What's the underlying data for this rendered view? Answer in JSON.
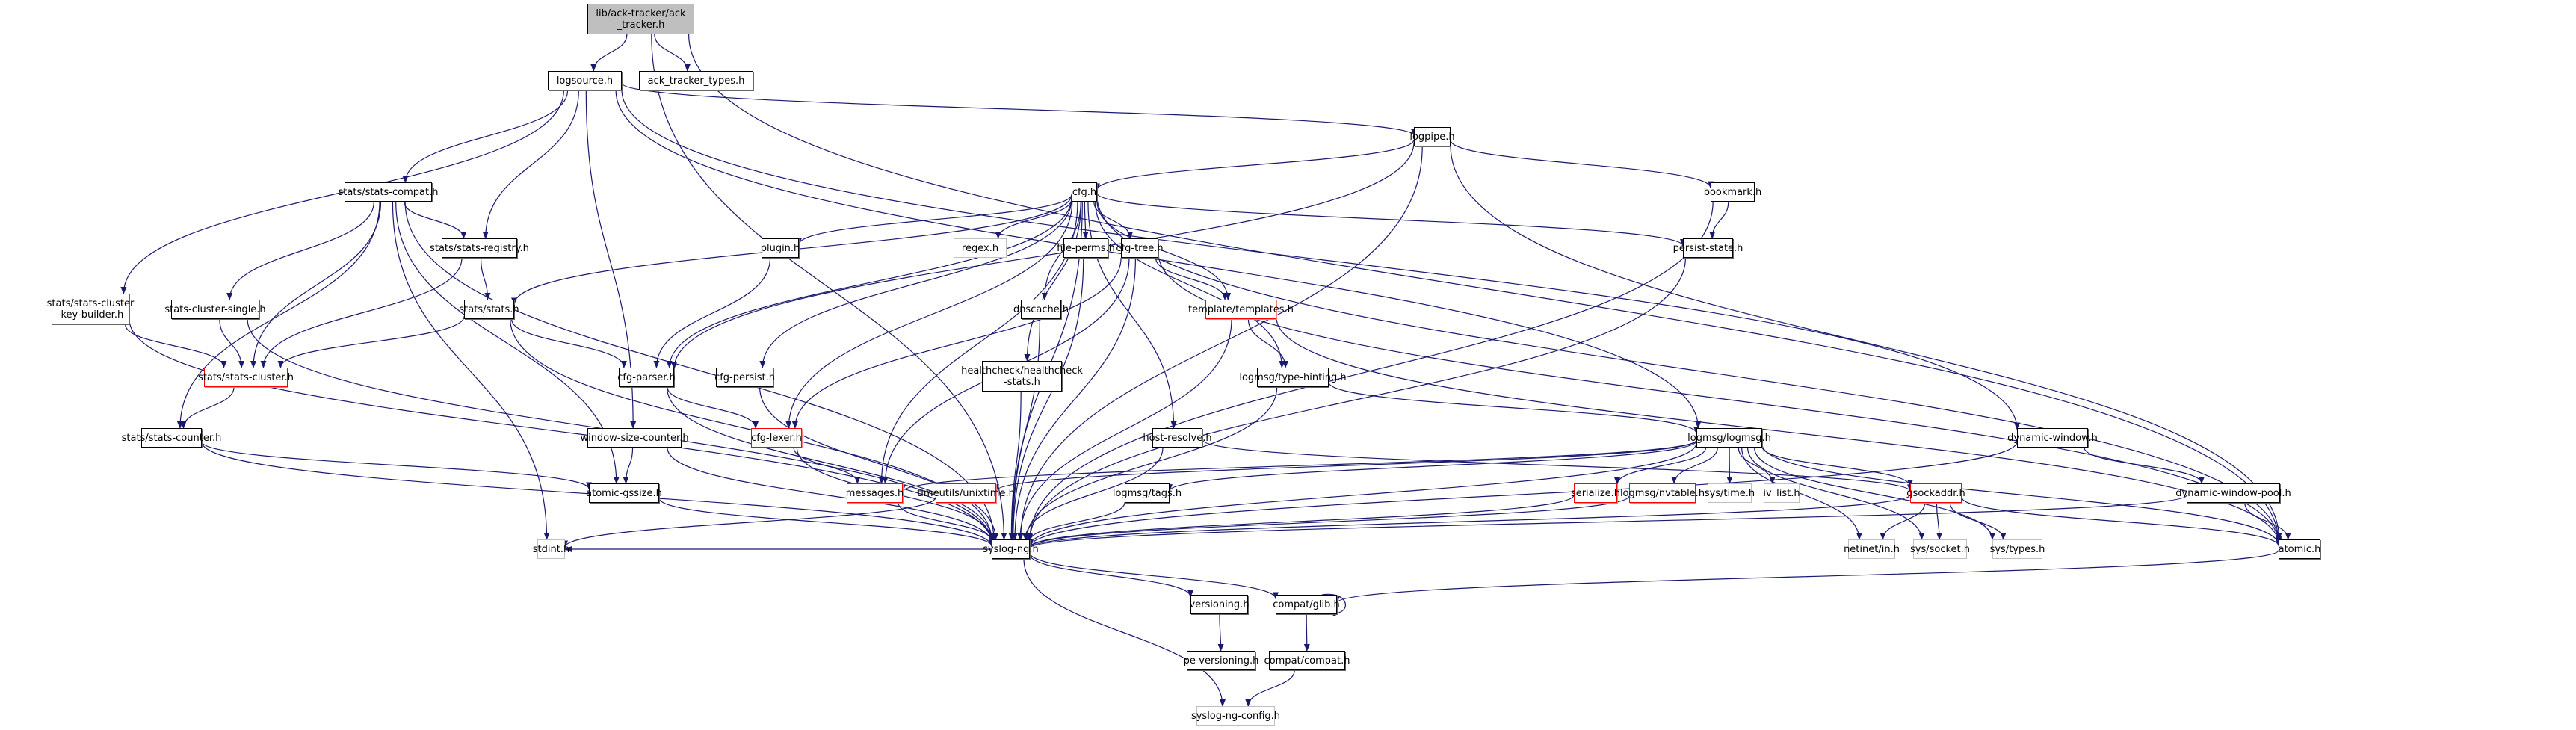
{
  "diagram": {
    "title": "lib/ack-tracker/ack_tracker.h include dependency graph",
    "colors": {
      "edge": "#191970",
      "root_fill": "#bfbfbf",
      "normal_border": "#000000",
      "truncated_border": "#ff0000",
      "external_border": "#bfbfbf"
    },
    "nodes": [
      {
        "id": "ack_tracker",
        "label": "lib/ack-tracker/ack\n_tracker.h",
        "kind": "root"
      },
      {
        "id": "logsource",
        "label": "logsource.h",
        "kind": "normal"
      },
      {
        "id": "ack_tracker_types",
        "label": "ack_tracker_types.h",
        "kind": "normal"
      },
      {
        "id": "logpipe",
        "label": "logpipe.h",
        "kind": "normal"
      },
      {
        "id": "stats_compat",
        "label": "stats/stats-compat.h",
        "kind": "normal"
      },
      {
        "id": "cfg",
        "label": "cfg.h",
        "kind": "normal"
      },
      {
        "id": "bookmark",
        "label": "bookmark.h",
        "kind": "normal"
      },
      {
        "id": "stats_registry",
        "label": "stats/stats-registry.h",
        "kind": "normal"
      },
      {
        "id": "plugin",
        "label": "plugin.h",
        "kind": "normal"
      },
      {
        "id": "regex",
        "label": "regex.h",
        "kind": "external"
      },
      {
        "id": "file_perms",
        "label": "file-perms.h",
        "kind": "normal"
      },
      {
        "id": "cfg_tree",
        "label": "cfg-tree.h",
        "kind": "normal"
      },
      {
        "id": "persist_state",
        "label": "persist-state.h",
        "kind": "normal"
      },
      {
        "id": "key_builder",
        "label": "stats/stats-cluster\n-key-builder.h",
        "kind": "normal"
      },
      {
        "id": "cluster_single",
        "label": "stats-cluster-single.h",
        "kind": "normal"
      },
      {
        "id": "stats_stats",
        "label": "stats/stats.h",
        "kind": "normal"
      },
      {
        "id": "dnscache",
        "label": "dnscache.h",
        "kind": "normal"
      },
      {
        "id": "templates",
        "label": "template/templates.h",
        "kind": "truncated"
      },
      {
        "id": "stats_cluster",
        "label": "stats/stats-cluster.h",
        "kind": "truncated"
      },
      {
        "id": "cfg_parser",
        "label": "cfg-parser.h",
        "kind": "normal"
      },
      {
        "id": "cfg_persist",
        "label": "cfg-persist.h",
        "kind": "normal"
      },
      {
        "id": "healthcheck",
        "label": "healthcheck/healthcheck\n-stats.h",
        "kind": "normal"
      },
      {
        "id": "type_hinting",
        "label": "logmsg/type-hinting.h",
        "kind": "normal"
      },
      {
        "id": "stats_counter",
        "label": "stats/stats-counter.h",
        "kind": "normal"
      },
      {
        "id": "window_size",
        "label": "window-size-counter.h",
        "kind": "normal"
      },
      {
        "id": "cfg_lexer",
        "label": "cfg-lexer.h",
        "kind": "truncated"
      },
      {
        "id": "host_resolve",
        "label": "host-resolve.h",
        "kind": "normal"
      },
      {
        "id": "logmsg",
        "label": "logmsg/logmsg.h",
        "kind": "normal"
      },
      {
        "id": "dynamic_window",
        "label": "dynamic-window.h",
        "kind": "normal"
      },
      {
        "id": "atomic_gssize",
        "label": "atomic-gssize.h",
        "kind": "normal"
      },
      {
        "id": "messages",
        "label": "messages.h",
        "kind": "truncated"
      },
      {
        "id": "unixtime",
        "label": "timeutils/unixtime.h",
        "kind": "truncated"
      },
      {
        "id": "tags",
        "label": "logmsg/tags.h",
        "kind": "normal"
      },
      {
        "id": "serialize",
        "label": "serialize.h",
        "kind": "truncated"
      },
      {
        "id": "nvtable",
        "label": "logmsg/nvtable.h",
        "kind": "truncated"
      },
      {
        "id": "sys_time",
        "label": "sys/time.h",
        "kind": "external"
      },
      {
        "id": "iv_list",
        "label": "iv_list.h",
        "kind": "external"
      },
      {
        "id": "gsockaddr",
        "label": "gsockaddr.h",
        "kind": "truncated"
      },
      {
        "id": "dw_pool",
        "label": "dynamic-window-pool.h",
        "kind": "normal"
      },
      {
        "id": "stdint",
        "label": "stdint.h",
        "kind": "external"
      },
      {
        "id": "syslog_ng",
        "label": "syslog-ng.h",
        "kind": "normal"
      },
      {
        "id": "netinet",
        "label": "netinet/in.h",
        "kind": "external"
      },
      {
        "id": "sys_socket",
        "label": "sys/socket.h",
        "kind": "external"
      },
      {
        "id": "sys_types",
        "label": "sys/types.h",
        "kind": "external"
      },
      {
        "id": "atomic",
        "label": "atomic.h",
        "kind": "normal"
      },
      {
        "id": "versioning",
        "label": "versioning.h",
        "kind": "normal"
      },
      {
        "id": "compat_glib",
        "label": "compat/glib.h",
        "kind": "normal"
      },
      {
        "id": "pe_versioning",
        "label": "pe-versioning.h",
        "kind": "normal"
      },
      {
        "id": "compat_compat",
        "label": "compat/compat.h",
        "kind": "normal"
      },
      {
        "id": "config",
        "label": "syslog-ng-config.h",
        "kind": "external"
      }
    ],
    "edges": [
      [
        "ack_tracker",
        "logsource"
      ],
      [
        "ack_tracker",
        "ack_tracker_types"
      ],
      [
        "ack_tracker",
        "syslog_ng"
      ],
      [
        "ack_tracker",
        "atomic"
      ],
      [
        "logsource",
        "logpipe"
      ],
      [
        "logsource",
        "stats_compat"
      ],
      [
        "logsource",
        "stats_registry"
      ],
      [
        "logsource",
        "key_builder"
      ],
      [
        "logsource",
        "window_size"
      ],
      [
        "logsource",
        "logmsg"
      ],
      [
        "logsource",
        "dynamic_window"
      ],
      [
        "logpipe",
        "cfg"
      ],
      [
        "logpipe",
        "bookmark"
      ],
      [
        "logpipe",
        "syslog_ng"
      ],
      [
        "logpipe",
        "atomic"
      ],
      [
        "logpipe",
        "cfg_parser"
      ],
      [
        "stats_compat",
        "stats_registry"
      ],
      [
        "stats_compat",
        "cluster_single"
      ],
      [
        "stats_compat",
        "stats_cluster"
      ],
      [
        "stats_compat",
        "stats_counter"
      ],
      [
        "stats_compat",
        "syslog_ng"
      ],
      [
        "stats_compat",
        "stdint"
      ],
      [
        "stats_compat",
        "atomic_gssize"
      ],
      [
        "cfg",
        "plugin"
      ],
      [
        "cfg",
        "regex"
      ],
      [
        "cfg",
        "file_perms"
      ],
      [
        "cfg",
        "cfg_tree"
      ],
      [
        "cfg",
        "persist_state"
      ],
      [
        "cfg",
        "stats_stats"
      ],
      [
        "cfg",
        "dnscache"
      ],
      [
        "cfg",
        "templates"
      ],
      [
        "cfg",
        "cfg_persist"
      ],
      [
        "cfg",
        "healthcheck"
      ],
      [
        "cfg",
        "type_hinting"
      ],
      [
        "cfg",
        "cfg_lexer"
      ],
      [
        "cfg",
        "host_resolve"
      ],
      [
        "cfg",
        "syslog_ng"
      ],
      [
        "cfg",
        "messages"
      ],
      [
        "cfg",
        "atomic"
      ],
      [
        "cfg",
        "cfg_parser"
      ],
      [
        "bookmark",
        "persist_state"
      ],
      [
        "bookmark",
        "syslog_ng"
      ],
      [
        "stats_registry",
        "stats_stats"
      ],
      [
        "stats_registry",
        "stats_cluster"
      ],
      [
        "plugin",
        "cfg_parser"
      ],
      [
        "file_perms",
        "syslog_ng"
      ],
      [
        "cfg_tree",
        "templates"
      ],
      [
        "cfg_tree",
        "cfg_lexer"
      ],
      [
        "cfg_tree",
        "messages"
      ],
      [
        "cfg_tree",
        "syslog_ng"
      ],
      [
        "cfg_tree",
        "atomic"
      ],
      [
        "persist_state",
        "syslog_ng"
      ],
      [
        "key_builder",
        "stats_cluster"
      ],
      [
        "key_builder",
        "syslog_ng"
      ],
      [
        "cluster_single",
        "stats_cluster"
      ],
      [
        "cluster_single",
        "syslog_ng"
      ],
      [
        "stats_stats",
        "stats_cluster"
      ],
      [
        "stats_stats",
        "cfg_parser"
      ],
      [
        "stats_stats",
        "syslog_ng"
      ],
      [
        "dnscache",
        "syslog_ng"
      ],
      [
        "templates",
        "type_hinting"
      ],
      [
        "templates",
        "syslog_ng"
      ],
      [
        "templates",
        "atomic"
      ],
      [
        "stats_cluster",
        "stats_counter"
      ],
      [
        "cfg_parser",
        "cfg_lexer"
      ],
      [
        "cfg_parser",
        "syslog_ng"
      ],
      [
        "cfg_persist",
        "syslog_ng"
      ],
      [
        "healthcheck",
        "syslog_ng"
      ],
      [
        "type_hinting",
        "logmsg"
      ],
      [
        "type_hinting",
        "syslog_ng"
      ],
      [
        "stats_counter",
        "atomic_gssize"
      ],
      [
        "stats_counter",
        "syslog_ng"
      ],
      [
        "window_size",
        "atomic_gssize"
      ],
      [
        "window_size",
        "syslog_ng"
      ],
      [
        "cfg_lexer",
        "messages"
      ],
      [
        "cfg_lexer",
        "syslog_ng"
      ],
      [
        "host_resolve",
        "gsockaddr"
      ],
      [
        "host_resolve",
        "syslog_ng"
      ],
      [
        "logmsg",
        "messages"
      ],
      [
        "logmsg",
        "unixtime"
      ],
      [
        "logmsg",
        "tags"
      ],
      [
        "logmsg",
        "serialize"
      ],
      [
        "logmsg",
        "nvtable"
      ],
      [
        "logmsg",
        "sys_time"
      ],
      [
        "logmsg",
        "iv_list"
      ],
      [
        "logmsg",
        "gsockaddr"
      ],
      [
        "logmsg",
        "netinet"
      ],
      [
        "logmsg",
        "sys_socket"
      ],
      [
        "logmsg",
        "sys_types"
      ],
      [
        "logmsg",
        "atomic"
      ],
      [
        "logmsg",
        "syslog_ng"
      ],
      [
        "dynamic_window",
        "dw_pool"
      ],
      [
        "dynamic_window",
        "syslog_ng"
      ],
      [
        "atomic_gssize",
        "syslog_ng"
      ],
      [
        "messages",
        "syslog_ng"
      ],
      [
        "unixtime",
        "stdint"
      ],
      [
        "tags",
        "syslog_ng"
      ],
      [
        "serialize",
        "syslog_ng"
      ],
      [
        "nvtable",
        "syslog_ng"
      ],
      [
        "gsockaddr",
        "netinet"
      ],
      [
        "gsockaddr",
        "sys_socket"
      ],
      [
        "gsockaddr",
        "sys_types"
      ],
      [
        "gsockaddr",
        "atomic"
      ],
      [
        "gsockaddr",
        "syslog_ng"
      ],
      [
        "dw_pool",
        "atomic"
      ],
      [
        "dw_pool",
        "syslog_ng"
      ],
      [
        "syslog_ng",
        "versioning"
      ],
      [
        "syslog_ng",
        "compat_glib"
      ],
      [
        "syslog_ng",
        "config"
      ],
      [
        "syslog_ng",
        "stdint"
      ],
      [
        "atomic",
        "compat_glib"
      ],
      [
        "compat_glib",
        "compat_glib"
      ],
      [
        "compat_glib",
        "compat_compat"
      ],
      [
        "versioning",
        "pe_versioning"
      ],
      [
        "compat_compat",
        "config"
      ]
    ]
  }
}
